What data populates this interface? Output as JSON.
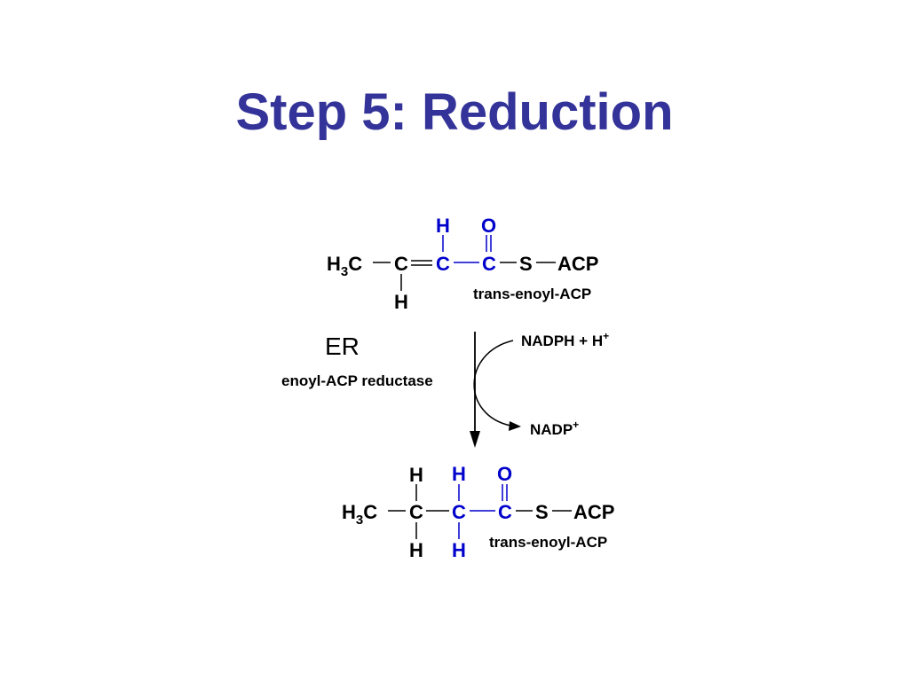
{
  "title": "Step 5: Reduction",
  "colors": {
    "title": "#333399",
    "highlight": "#0000cc",
    "default": "#000000"
  },
  "substrate": {
    "h3c_main": "H",
    "h3c_sub": "3",
    "h3c_tail": "C",
    "c1": "C",
    "c1_h_bottom": "H",
    "c2": "C",
    "c2_h_top": "H",
    "c3": "C",
    "c3_o": "O",
    "s": "S",
    "acp": "ACP",
    "name": "trans-enoyl-ACP"
  },
  "enzyme": {
    "abbr": "ER",
    "name": "enoyl-ACP reductase"
  },
  "cofactors": {
    "in_main": "NADPH + H",
    "in_sup": "+",
    "out_main": "NADP",
    "out_sup": "+"
  },
  "product": {
    "h3c_main": "H",
    "h3c_sub": "3",
    "h3c_tail": "C",
    "c1": "C",
    "c1_h_top": "H",
    "c1_h_bottom": "H",
    "c2": "C",
    "c2_h_top": "H",
    "c2_h_bottom": "H",
    "c3": "C",
    "c3_o": "O",
    "s": "S",
    "acp": "ACP",
    "name": "trans-enoyl-ACP"
  }
}
